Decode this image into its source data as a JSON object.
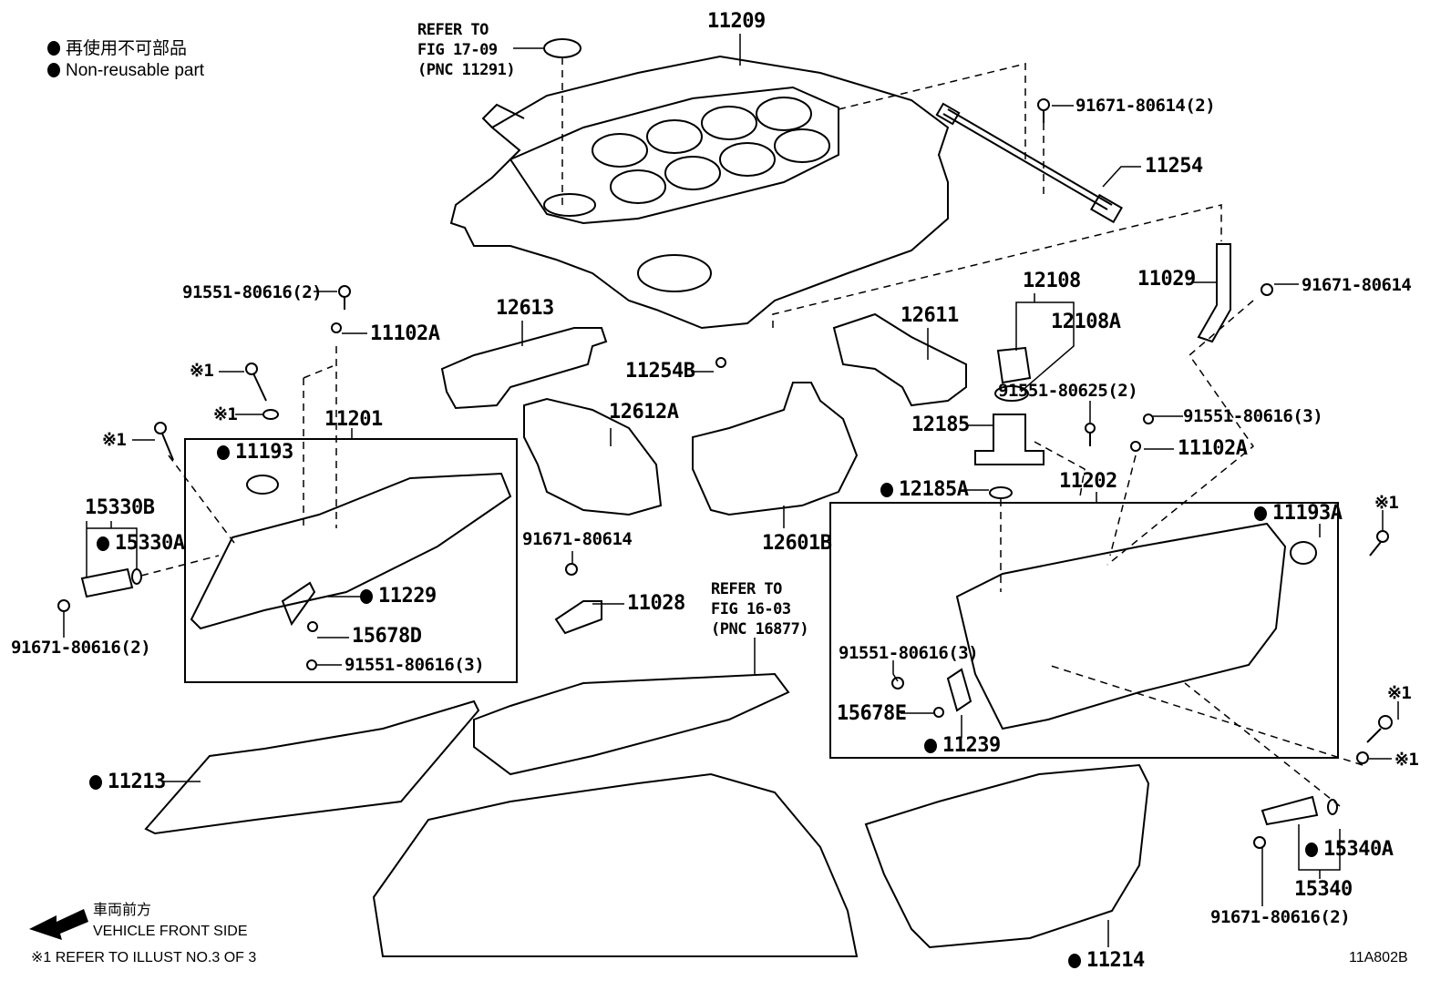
{
  "legend": {
    "non_reusable_jp": "再使用不可部品",
    "non_reusable_en": "Non-reusable part"
  },
  "references": {
    "fig_17_09": "REFER TO\nFIG 17-09\n(PNC 11291)",
    "fig_16_03": "REFER TO\nFIG 16-03\n(PNC 16877)"
  },
  "parts": {
    "p11209": "11209",
    "p91671_80614_2": "91671-80614(2)",
    "p11254": "11254",
    "p11029": "11029",
    "p91671_80614_a": "91671-80614",
    "p91551_80616_2": "91551-80616(2)",
    "p11102A_left": "11102A",
    "p12613": "12613",
    "p12611": "12611",
    "p12108": "12108",
    "p12108A": "12108A",
    "p11254B": "11254B",
    "note1_a": "※1",
    "note1_b": "※1",
    "note1_c": "※1",
    "note1_d": "※1",
    "note1_e": "※1",
    "p11201": "11201",
    "p12612A": "12612A",
    "p91551_80625_2": "91551-80625(2)",
    "p91551_80616_3_top": "91551-80616(3)",
    "p12185": "12185",
    "p11102A_right": "11102A",
    "p11193": "11193",
    "p11202": "11202",
    "p12185A": "12185A",
    "p11193A": "11193A",
    "p15330B": "15330B",
    "p15330A": "15330A",
    "p91671_80614_b": "91671-80614",
    "p12601B": "12601B",
    "p11229": "11229",
    "p11028": "11028",
    "p15678D": "15678D",
    "p91671_80616_2_left": "91671-80616(2)",
    "p91551_80616_3_left": "91551-80616(3)",
    "p91551_80616_3_right": "91551-80616(3)",
    "p15678E": "15678E",
    "p11239": "11239",
    "p11213": "11213",
    "p15340A": "15340A",
    "p15340": "15340",
    "p91671_80616_2_right": "91671-80616(2)",
    "p11214": "11214"
  },
  "footer": {
    "front_jp": "車両前方",
    "front_en": "VEHICLE FRONT SIDE",
    "note": "※1 REFER TO ILLUST NO.3 OF 3",
    "illustration_id": "11A802B"
  }
}
